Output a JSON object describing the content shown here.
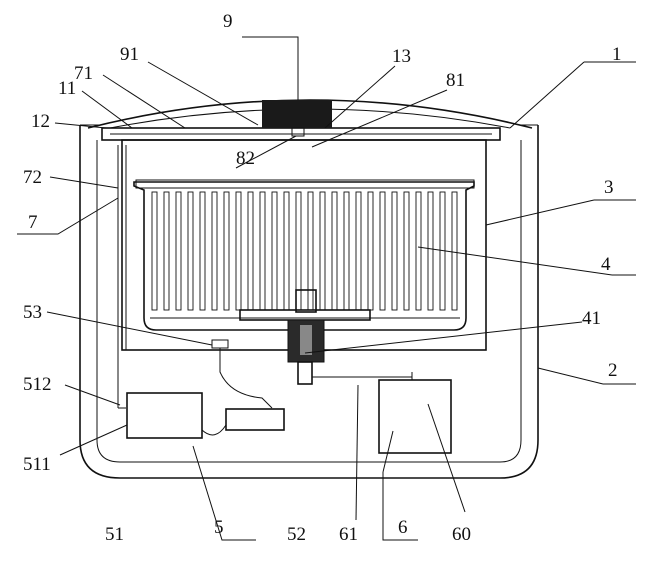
{
  "labels": {
    "l9": "9",
    "l91": "91",
    "l71": "71",
    "l13": "13",
    "l81": "81",
    "l1": "1",
    "l11": "11",
    "l12": "12",
    "l82": "82",
    "l72": "72",
    "l3": "3",
    "l7": "7",
    "l4": "4",
    "l53": "53",
    "l41": "41",
    "l512": "512",
    "l2": "2",
    "l511": "511",
    "l51": "51",
    "l5": "5",
    "l52": "52",
    "l61": "61",
    "l6": "6",
    "l60": "60"
  }
}
